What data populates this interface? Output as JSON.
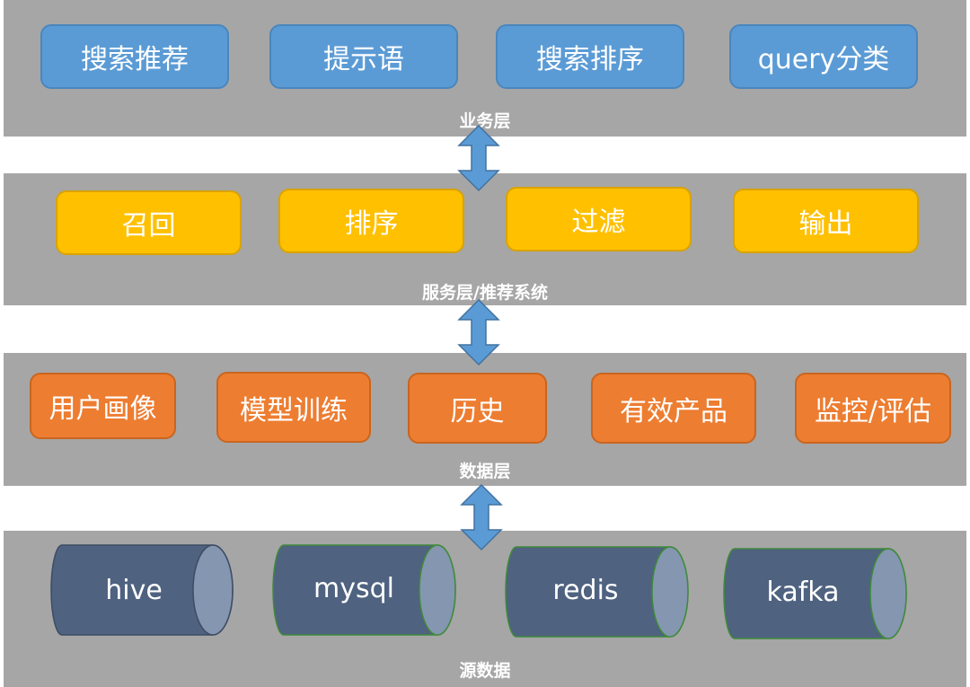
{
  "layers": {
    "business": {
      "label": "业务层",
      "items": [
        "搜索推荐",
        "提示语",
        "搜索排序",
        "query分类"
      ]
    },
    "service": {
      "label": "服务层/推荐系统",
      "items": [
        "召回",
        "排序",
        "过滤",
        "输出"
      ]
    },
    "data": {
      "label": "数据层",
      "items": [
        "用户画像",
        "模型训练",
        "历史",
        "有效产品",
        "监控/评估"
      ]
    },
    "source": {
      "label": "源数据",
      "items": [
        "hive",
        "mysql",
        "redis",
        "kafka"
      ]
    }
  },
  "colors": {
    "band": "#a6a6a6",
    "business_box": "#5b9bd5",
    "service_box": "#ffc000",
    "data_box": "#ed7d31",
    "cylinder_body": "#4f6280",
    "cylinder_cap": "#8496b0",
    "arrow": "#5b9bd5"
  },
  "icons": [
    "bidirectional-arrow-icon",
    "database-cylinder-icon"
  ]
}
